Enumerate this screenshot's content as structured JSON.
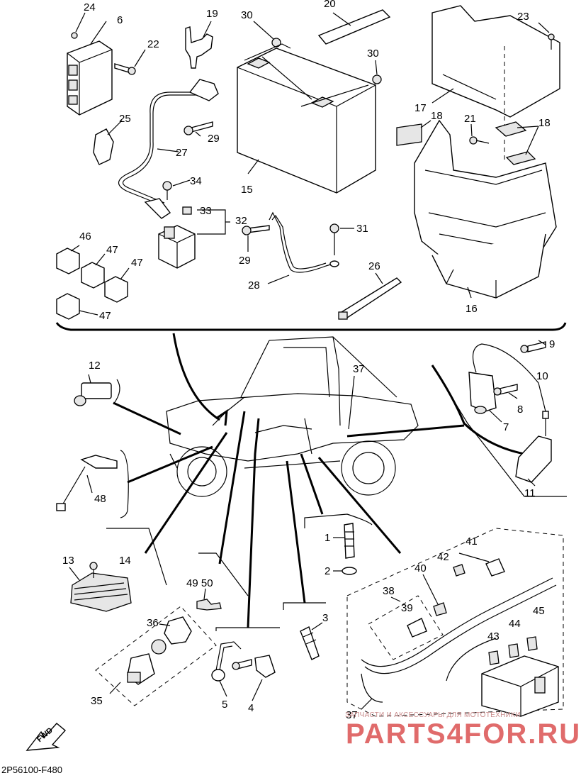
{
  "diagram": {
    "code": "2P56100-F480",
    "fwd_label": "FWD",
    "watermark_top": "ЗАПЧАСТИ И АКСЕССУАРЫ ДЛЯ МОТОТЕХНИКИ",
    "watermark_main": "PARTS4FOR.RU",
    "callouts": {
      "c1": "1",
      "c2": "2",
      "c3": "3",
      "c4": "4",
      "c5": "5",
      "c6": "6",
      "c7": "7",
      "c8": "8",
      "c9": "9",
      "c10": "10",
      "c11": "11",
      "c12": "12",
      "c13": "13",
      "c14": "14",
      "c15": "15",
      "c16": "16",
      "c17": "17",
      "c18a": "18",
      "c18b": "18",
      "c19": "19",
      "c20": "20",
      "c21": "21",
      "c22": "22",
      "c23": "23",
      "c24": "24",
      "c25": "25",
      "c26": "26",
      "c27": "27",
      "c28": "28",
      "c29a": "29",
      "c29b": "29",
      "c30a": "30",
      "c30b": "30",
      "c31": "31",
      "c32": "32",
      "c33": "33",
      "c34": "34",
      "c35": "35",
      "c36": "36",
      "c37a": "37",
      "c37b": "37",
      "c38": "38",
      "c39": "39",
      "c40": "40",
      "c41": "41",
      "c42": "42",
      "c43": "43",
      "c44": "44",
      "c45": "45",
      "c46": "46",
      "c47a": "47",
      "c47b": "47",
      "c47c": "47",
      "c48": "48",
      "c4950": "49 50"
    }
  }
}
